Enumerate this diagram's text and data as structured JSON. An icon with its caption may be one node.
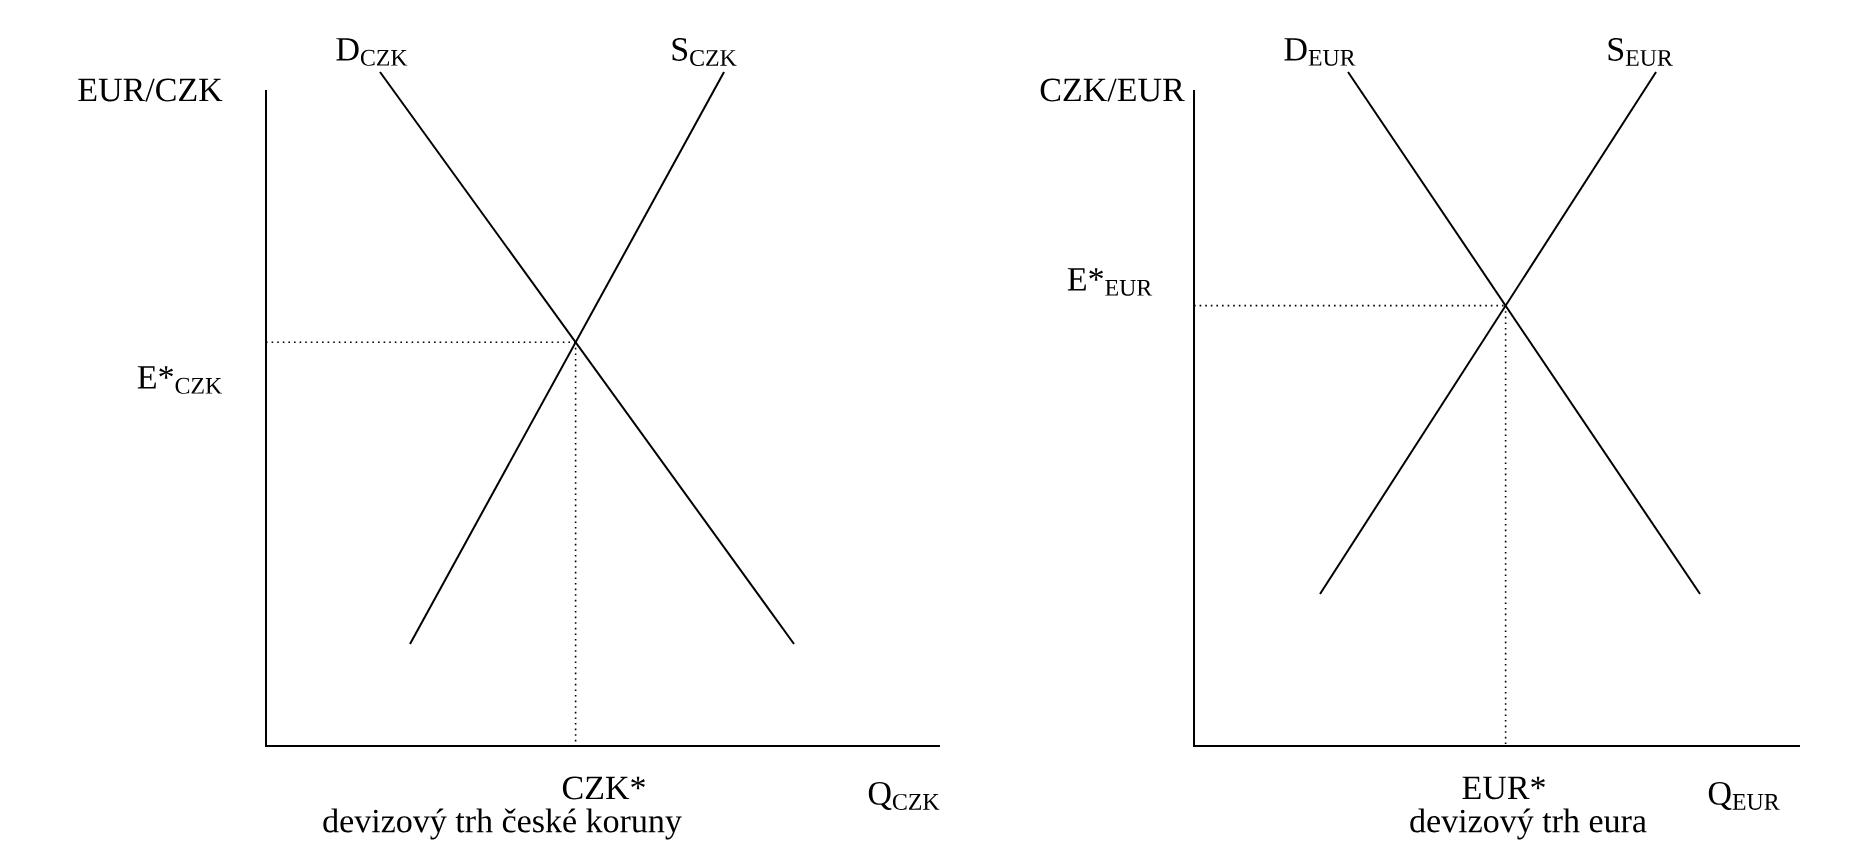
{
  "diagram": {
    "labels": [
      "EUR/CZK",
      "D$_{CZK}$",
      "S$_{CZK}$",
      "E*$_{CZK}$",
      "CZK*",
      "Q$_{CZK}$",
      "devizový trh české koruny",
      "CZK/EUR",
      "D$_{EUR}$",
      "S$_{EUR}$",
      "E*$_{EUR}$",
      "EUR*",
      "Q$_{EUR}$",
      "devizový trh eura"
    ]
  }
}
